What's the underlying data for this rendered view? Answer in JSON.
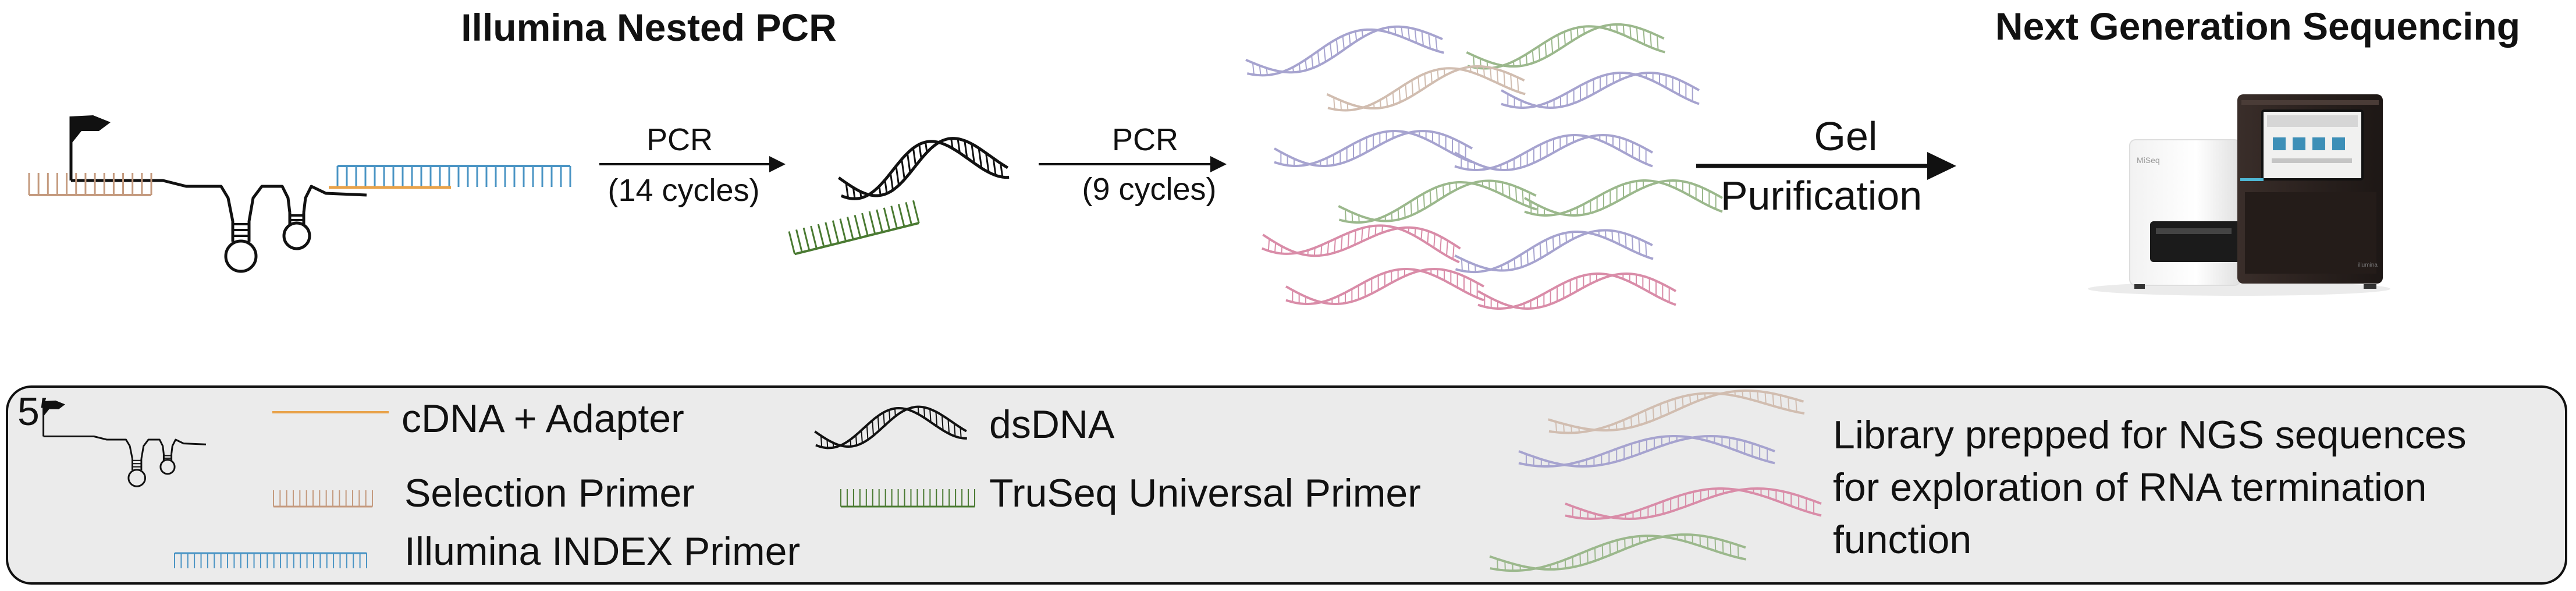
{
  "titles": {
    "left": "Illumina Nested PCR",
    "right": "Next Generation Sequencing"
  },
  "steps": [
    {
      "line1": "PCR",
      "line2": "(14 cycles)"
    },
    {
      "line1": "PCR",
      "line2": "(9 cycles)"
    }
  ],
  "gel": {
    "line1": "Gel",
    "line2": "Purification"
  },
  "legend": {
    "five_prime": "5′",
    "cdna_adapter": "cDNA + Adapter",
    "dsdna": "dsDNA",
    "selection_primer": "Selection Primer",
    "truseq_primer": "TruSeq Universal Primer",
    "illumina_index_primer": "Illumina INDEX Primer",
    "library_line1": "Library prepped for NGS sequences",
    "library_line2": "for exploration of RNA termination",
    "library_line3": "function"
  },
  "colors": {
    "selection_primer": "#c49a7e",
    "illumina_primer": "#4a94c4",
    "truseq_primer": "#4a7a32",
    "adapter": "#e8a24a",
    "library_purple": "#a6a3cf",
    "library_green": "#9bb88c",
    "library_pink": "#d98ca8",
    "library_tan": "#d1bdb0",
    "legend_bg": "#ebebeb"
  },
  "icons": [
    "hairpin-rna-icon",
    "dsdna-icon",
    "sequencer-icon",
    "arrow-icon"
  ]
}
